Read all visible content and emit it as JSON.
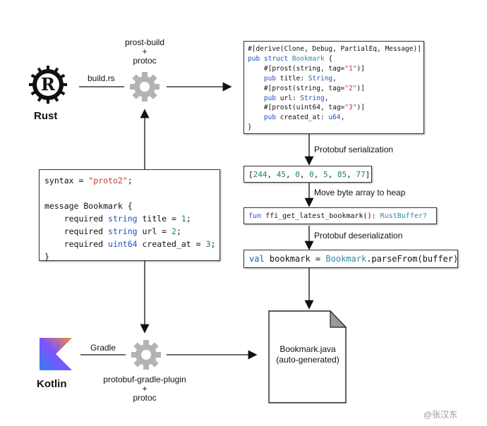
{
  "rust": {
    "label": "Rust",
    "logo_letter": "R",
    "build_script": "build.rs"
  },
  "kotlin": {
    "label": "Kotlin",
    "build_tool": "Gradle"
  },
  "top_gear": {
    "line1": "prost-build",
    "line2": "+",
    "line3": "protoc"
  },
  "bottom_gear": {
    "line1": "protobuf-gradle-plugin",
    "line2": "+",
    "line3": "protoc"
  },
  "proto_code": {
    "l1a": "syntax = ",
    "l1b": "\"proto2\"",
    "l1c": ";",
    "l2": "message Bookmark {",
    "r1a": "    required ",
    "r1b": "string",
    "r1c": " title = ",
    "r1d": "1",
    "r1e": ";",
    "r2a": "    required ",
    "r2b": "string",
    "r2c": " url = ",
    "r2d": "2",
    "r2e": ";",
    "r3a": "    required ",
    "r3b": "uint64",
    "r3c": " created_at = ",
    "r3d": "3",
    "r3e": ";",
    "close": "}"
  },
  "rust_code": {
    "derive": "#[derive(Clone, Debug, PartialEq, Message)]",
    "s1": "pub struct",
    "s2": " Bookmark",
    "s3": " {",
    "a1a": "    #[prost(string, tag=",
    "a1b": "\"1\"",
    "a1c": ")]",
    "f1a": "    ",
    "f1b": "pub",
    "f1c": " title: ",
    "f1d": "String",
    "f1e": ",",
    "a2a": "    #[prost(string, tag=",
    "a2b": "\"2\"",
    "a2c": ")]",
    "f2a": "    ",
    "f2b": "pub",
    "f2c": " url: ",
    "f2d": "String",
    "f2e": ",",
    "a3a": "    #[prost(uint64, tag=",
    "a3b": "\"3\"",
    "a3c": ")]",
    "f3a": "    ",
    "f3b": "pub",
    "f3c": " created_at: ",
    "f3d": "u64",
    "f3e": ",",
    "close": "}"
  },
  "steps": {
    "serialization": "Protobuf serialization",
    "move": "Move byte array to heap",
    "deserialization": "Protobuf deserialization"
  },
  "byte_array": {
    "open": "[",
    "b1": "244",
    "b2": "45",
    "b3": "0",
    "b4": "0",
    "b5": "5",
    "b6": "85",
    "b7": "77",
    "sep": ", ",
    "close": "]"
  },
  "ffi": {
    "a": "fun",
    "b": " ffi_get_latest_bookmark(): ",
    "c": "RustBuffer?"
  },
  "parse": {
    "a": "val",
    "b": " bookmark = ",
    "c": "Bookmark",
    "d": ".parseFrom(buffer)"
  },
  "output_file": {
    "line1": "Bookmark.java",
    "line2": "(auto-generated)"
  },
  "watermark": "@张汉东",
  "colors": {
    "kotlin_orange": "#f18e33",
    "kotlin_purple": "#7f52ff",
    "kotlin_blue": "#2f80ed",
    "gear": "#b3b3b3"
  }
}
